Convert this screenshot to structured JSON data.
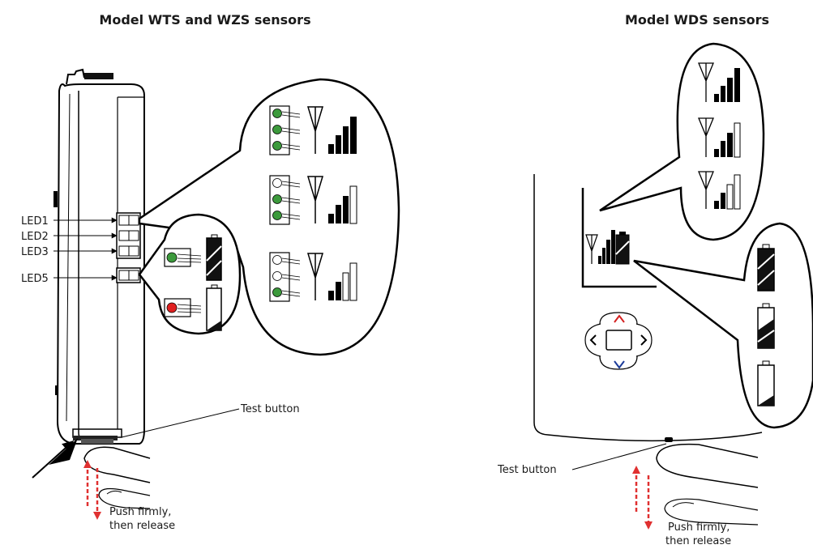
{
  "titles": {
    "left": "Model WTS and WZS sensors",
    "right": "Model WDS sensors"
  },
  "left_diagram": {
    "led_labels": [
      "LED1",
      "LED2",
      "LED3",
      "LED5"
    ],
    "test_button_label": "Test button",
    "push_line1": "Push firmly,",
    "push_line2": "then release",
    "signal_levels": [
      4,
      3,
      2
    ],
    "battery_states": [
      "full",
      "low"
    ],
    "led_on_color": "#3c9a3c",
    "led_alert_color": "#e02020"
  },
  "right_diagram": {
    "test_button_label": "Test button",
    "push_line1": "Push firmly,",
    "push_line2": "then release",
    "signal_levels": [
      4,
      3,
      2
    ],
    "battery_states": [
      "full",
      "half",
      "empty"
    ],
    "up_arrow_color": "#d42020",
    "down_arrow_color": "#1a3a9a"
  },
  "colors": {
    "arrow_red": "#e03030",
    "line": "#000000"
  }
}
